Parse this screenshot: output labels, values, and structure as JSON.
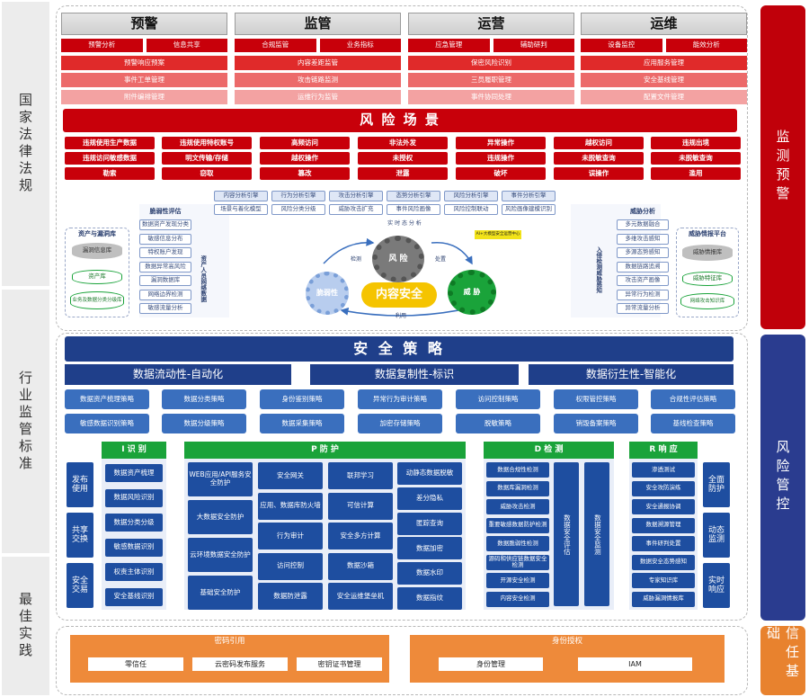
{
  "left_sections": [
    "国家法律法规",
    "行业监管标准",
    "最佳实践"
  ],
  "right_sections": [
    {
      "label": "监测预警",
      "color": "#c0000a"
    },
    {
      "label": "风险管控",
      "color": "#2a3c8f"
    },
    {
      "label": "信任基础",
      "color": "#e8822e"
    }
  ],
  "columns": [
    {
      "title": "预警",
      "pairs": [
        "预警分析",
        "信息共享"
      ],
      "rows": [
        "预警响应预案",
        "事件工单管理",
        "附件编排管理"
      ]
    },
    {
      "title": "监管",
      "pairs": [
        "合规监管",
        "业务指标"
      ],
      "rows": [
        "内容差距监管",
        "攻击链路监测",
        "运维行为监管"
      ]
    },
    {
      "title": "运营",
      "pairs": [
        "应急管理",
        "辅助研判"
      ],
      "rows": [
        "保密风险识别",
        "三员履职管理",
        "事件协同处理"
      ]
    },
    {
      "title": "运维",
      "pairs": [
        "设备监控",
        "能效分析"
      ],
      "rows": [
        "应用服务管理",
        "安全基线管理",
        "配置文件管理"
      ]
    }
  ],
  "risk_scene": {
    "title": "风 险 场 景",
    "rows": [
      [
        "违规使用生产数据",
        "违规使用特权账号",
        "高频访问",
        "非法外发",
        "异常操作",
        "越权访问",
        "违规出境"
      ],
      [
        "违规访问敏感数据",
        "明文传输/存储",
        "越权操作",
        "未授权",
        "违规操作",
        "未脱敏查询",
        "未脱敏查询"
      ],
      [
        "勒索",
        "窃取",
        "篡改",
        "泄露",
        "破坏",
        "误操作",
        "滥用"
      ]
    ]
  },
  "analysis": {
    "engines": [
      "内容分析引擎",
      "行为分析引擎",
      "攻击分析引擎",
      "态势分析引擎",
      "风险分析引擎",
      "事件分析引擎"
    ],
    "engine_items": [
      "场景与着化模型",
      "风险分类分级",
      "威胁攻击扩充",
      "事件风险画像",
      "风险控制联动",
      "风险画像建模识别"
    ],
    "realtime": "实 时 态 分 析",
    "ai_badge": "AI+大模型安全运营中心",
    "center_label": "内容安全",
    "gear_risk": "风 险",
    "gear_weak": "脆弱性",
    "gear_threat": "威 胁",
    "arrow_lbl1": "检测",
    "arrow_lbl2": "处置",
    "arrow_lbl3": "利用"
  },
  "left_panel": {
    "asset_title": "资产与漏洞库",
    "db1": "漏洞信息库",
    "db2": "资产库",
    "db3": "业务及数据分类分级库",
    "vuln_title": "脆弱性评估",
    "vuln_items": [
      "数据资产发现分类",
      "敏感信息分布",
      "特权账户发现",
      "数据异常高风险",
      "漏洞数据库",
      "网络边界检测",
      "敏感流量分析"
    ],
    "side_label": "资产人员网络数据"
  },
  "right_panel": {
    "threat_title": "威胁分析",
    "threat_items": [
      "多元数据融合",
      "多维攻击感知",
      "多源态势感知",
      "数据链路追溯",
      "攻击资产画像",
      "异常行为检测",
      "异常流量分析"
    ],
    "intel_title": "威胁情报平台",
    "db1": "威胁情报库",
    "db2": "威胁特征库",
    "db3": "网络攻击知识库",
    "side_label": "入侵检测威胁感知"
  },
  "strategy": {
    "title": "安 全 策 略",
    "subs": [
      "数据流动性-自动化",
      "数据复制性-标识",
      "数据衍生性-智能化"
    ],
    "row1": [
      "数据资产梳理策略",
      "数据分类策略",
      "身份鉴别策略",
      "异常行为审计策略",
      "访问控制策略",
      "权限管控策略",
      "合规性评估策略"
    ],
    "row2": [
      "敏感数据识别策略",
      "数据分级策略",
      "数据采集策略",
      "加密存储策略",
      "脱敏策略",
      "销毁备案策略",
      "基线检查策略"
    ]
  },
  "left_groups": [
    "发布使用",
    "共享交换",
    "安全交易"
  ],
  "ident": {
    "title": "I 识 别",
    "items": [
      "数据资产梳理",
      "数据风险识别",
      "数据分类分级",
      "敏感数据识别",
      "权责主体识别",
      "安全基线识别"
    ]
  },
  "protect": {
    "title": "P 防 护",
    "col1": [
      "WEB应用/API服务安全防护",
      "大数据安全防护",
      "云环境数据安全防护",
      "基础安全防护"
    ],
    "col2": [
      "安全网关",
      "应用、数据库防火墙",
      "行为审计",
      "访问控制",
      "数据防泄露"
    ],
    "col3": [
      "联邦学习",
      "可信计算",
      "安全多方计算",
      "数据沙箱",
      "安全运维堡垒机"
    ],
    "col4": [
      "动静态数据脱敏",
      "差分隐私",
      "匿踪查询",
      "数据加密",
      "数据水印",
      "数据指纹"
    ]
  },
  "detect": {
    "title": "D 检 测",
    "items": [
      "数据合规性检测",
      "数据库漏洞检测",
      "威胁攻击检测",
      "重要敏感数据防护检测",
      "数据脆弱性检测",
      "源码和供应链数据安全检测",
      "开源安全检测",
      "内容安全检测"
    ],
    "v1": "数据安全评估",
    "v2": "数据安全监测"
  },
  "respond": {
    "title": "R 响 应",
    "items": [
      "渗透测试",
      "安全攻防演练",
      "安全通报协调",
      "数据溯源管理",
      "事件研判处置",
      "数据安全态势感知",
      "专家知识库",
      "威胁漏洞情报库"
    ]
  },
  "right_groups": [
    "全面防护",
    "动态监测",
    "实时响应"
  ],
  "trust": {
    "crypto": {
      "title": "密码引用",
      "items": [
        "零信任",
        "云密码发布服务",
        "密钥证书管理"
      ]
    },
    "identity": {
      "title": "身份授权",
      "items": [
        "身份管理",
        "IAM"
      ]
    }
  }
}
